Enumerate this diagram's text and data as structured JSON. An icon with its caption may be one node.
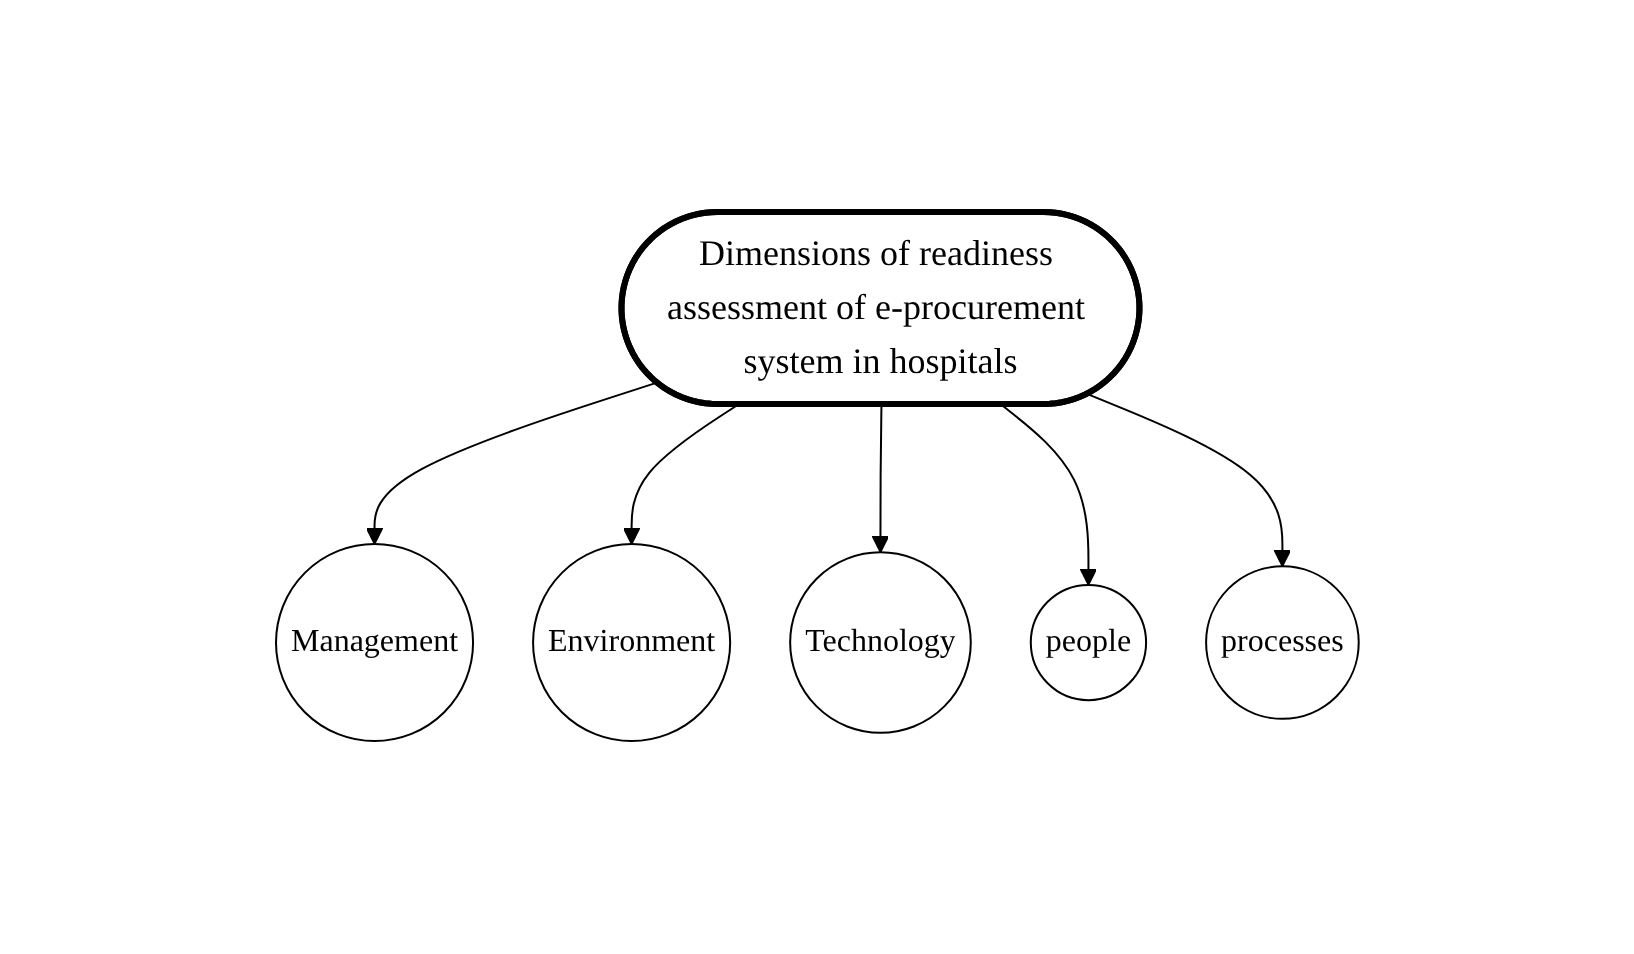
{
  "diagram": {
    "nodes": [
      {
        "text": [
          "Management"
        ]
      },
      {
        "text": [
          "Environment"
        ]
      },
      {
        "text": [
          "Technology"
        ]
      },
      {
        "text": [
          "Dimensions of readiness assessment of e-procurement system in hospitals"
        ]
      },
      {
        "text": [
          "people"
        ]
      },
      {
        "text": [
          "processes"
        ]
      }
    ],
    "edges": [
      {
        "from": 3,
        "to": 0,
        "arrow": "to"
      },
      {
        "from": 3,
        "to": 1,
        "arrow": "to"
      },
      {
        "from": 3,
        "to": 2,
        "arrow": "to"
      },
      {
        "from": 3,
        "to": 4,
        "arrow": "to"
      },
      {
        "from": 3,
        "to": 5,
        "arrow": "to"
      }
    ]
  }
}
